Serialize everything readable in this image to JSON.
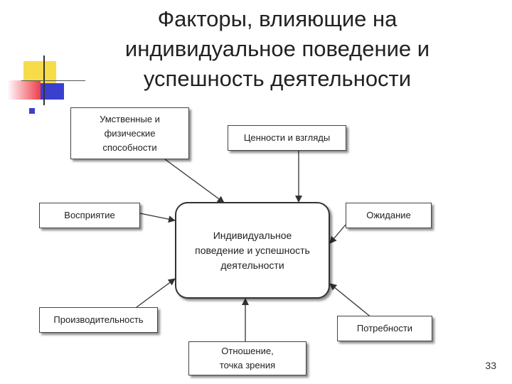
{
  "slide": {
    "title_lines": [
      "Факторы, влияющие на",
      "индивидуальное поведение и",
      "успешность деятельности"
    ],
    "page_number": "33"
  },
  "diagram": {
    "center": [
      "Индивидуальное",
      "поведение и успешность",
      "деятельности"
    ],
    "factors": {
      "abilities": [
        "Умственные и",
        "физические",
        "способности"
      ],
      "values": "Ценности и взгляды",
      "perception": "Восприятие",
      "expectation": "Ожидание",
      "productivity": "Производительность",
      "needs": "Потребности",
      "attitude": [
        "Отношение,",
        "точка зрения"
      ]
    }
  },
  "colors": {
    "deco_yellow": "#f7dc4a",
    "deco_red": "#ef3e4a",
    "deco_blue": "#3b3fd0"
  }
}
